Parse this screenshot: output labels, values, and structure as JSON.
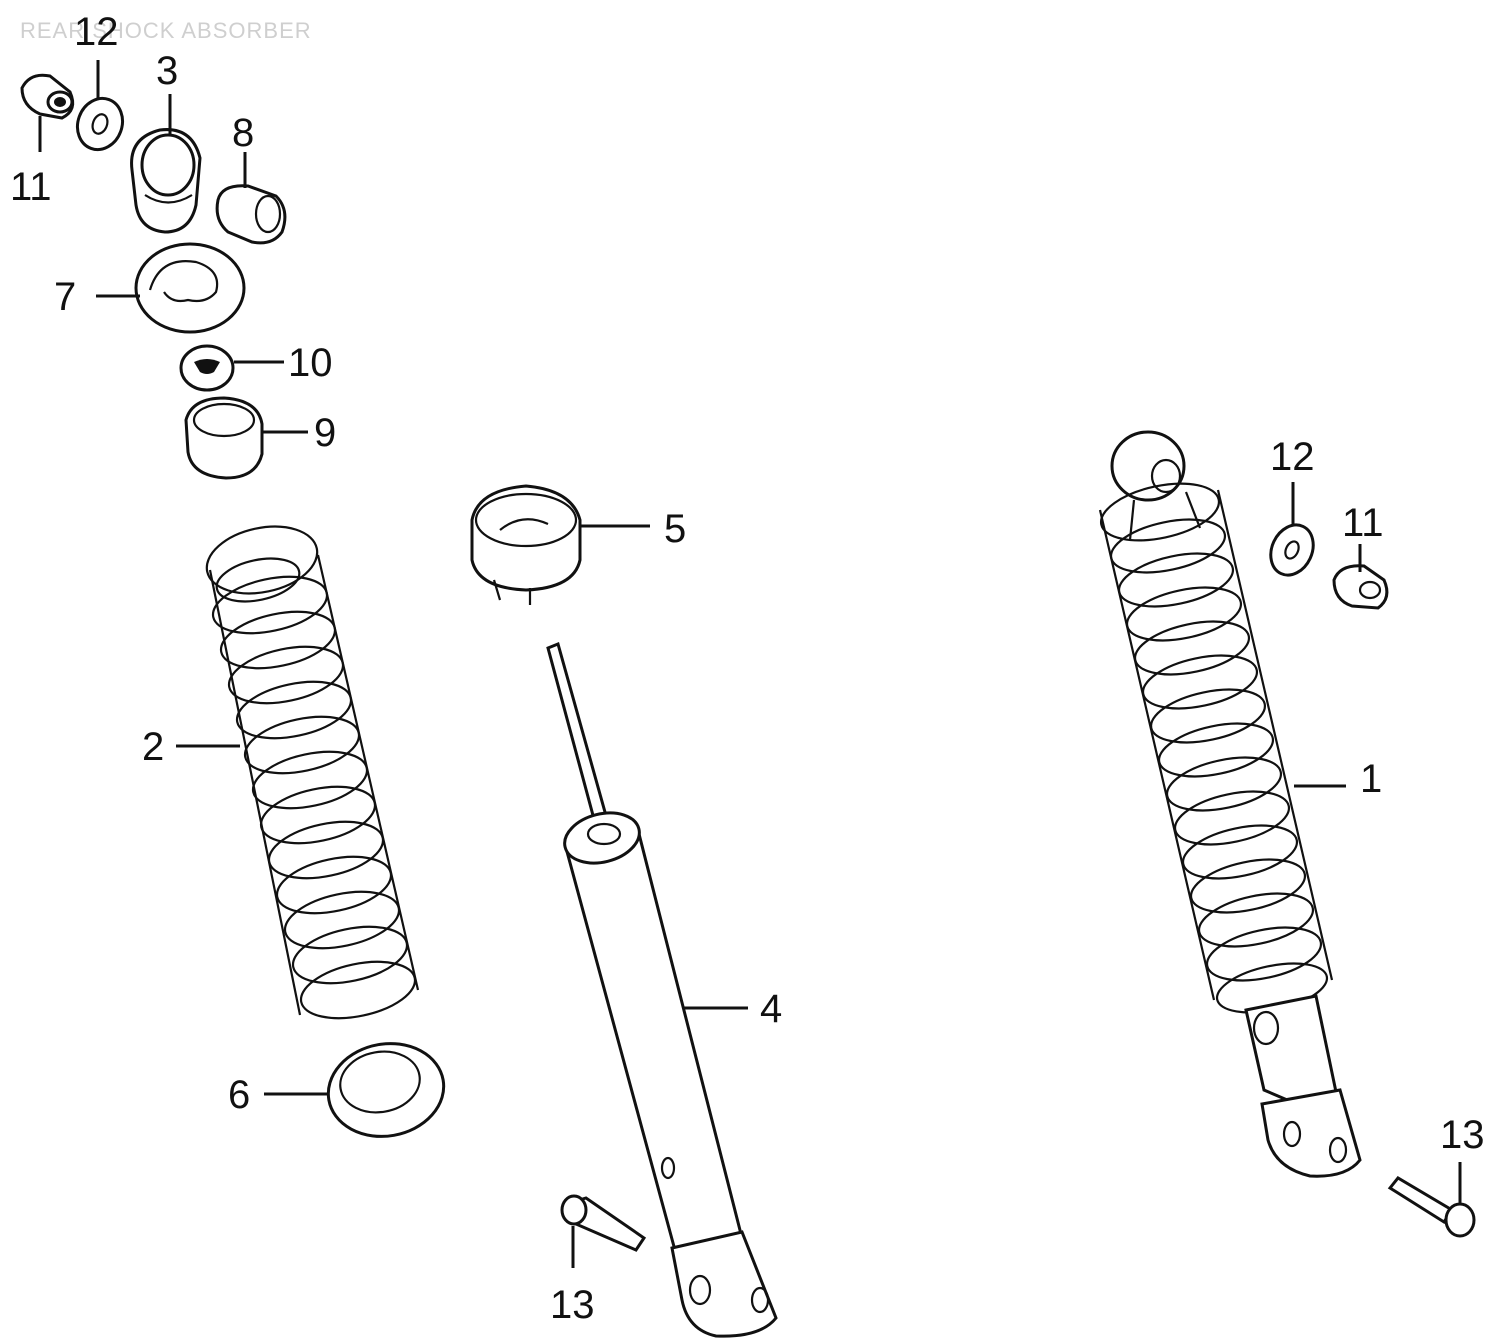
{
  "diagram": {
    "title": "REAR SHOCK ABSORBER",
    "callouts": {
      "c1": "1",
      "c2": "2",
      "c3": "3",
      "c4": "4",
      "c5": "5",
      "c6": "6",
      "c7": "7",
      "c8": "8",
      "c9": "9",
      "c10": "10",
      "c11_top": "11",
      "c12_top": "12",
      "c11_right": "11",
      "c12_right": "12",
      "c13_mid": "13",
      "c13_right": "13"
    }
  }
}
